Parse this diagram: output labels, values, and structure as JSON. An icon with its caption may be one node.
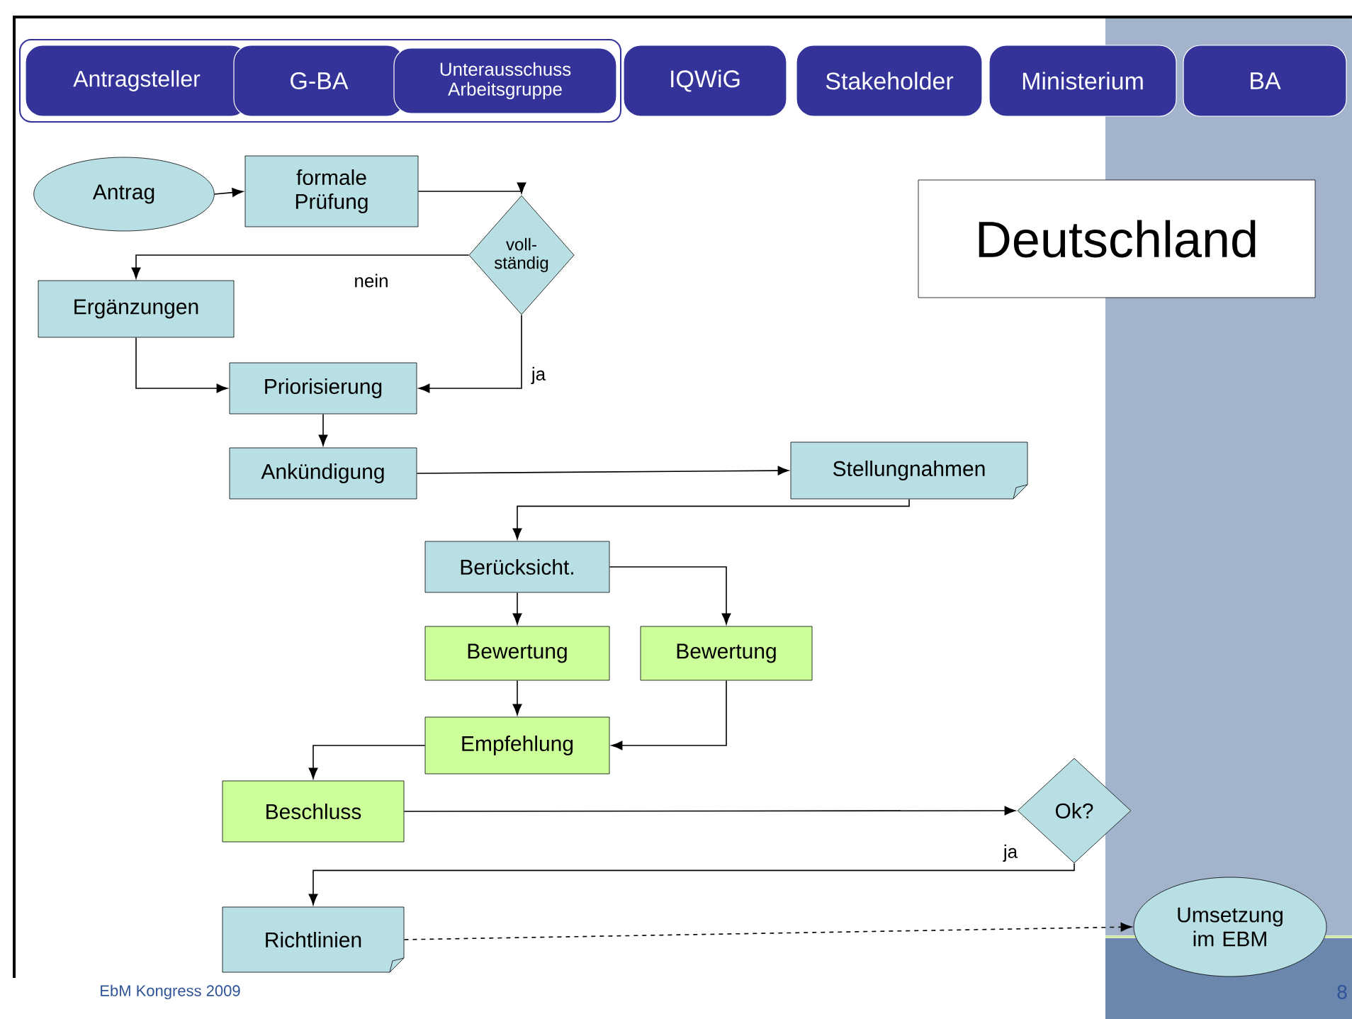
{
  "diagram": {
    "nodes": [
      {
        "text": [],
        "shape": "box"
      },
      {
        "text": [
          "Antragsteller"
        ],
        "in": 0
      },
      {
        "text": [
          "G-BA"
        ],
        "in": 0
      },
      {
        "text": [
          "Unterausschuss Arbeitsgruppe"
        ],
        "in": 0
      },
      {
        "text": [
          "IQWiG"
        ]
      },
      {
        "text": [
          "Stakeholder"
        ]
      },
      {
        "text": [
          "Ministerium"
        ]
      },
      {
        "text": [
          "BA"
        ]
      },
      {
        "text": [
          "Antrag"
        ]
      },
      {
        "text": [
          "formale Prüfung"
        ]
      },
      {
        "text": [
          "voll- ständig"
        ]
      },
      {
        "text": [
          "Ergänzungen"
        ]
      },
      {
        "text": [
          "Priorisierung"
        ]
      },
      {
        "text": [
          "Ankündigung"
        ]
      },
      {
        "text": [
          "Stellungnahmen"
        ]
      },
      {
        "text": [
          "Deutschland"
        ]
      },
      {
        "text": [
          "Berücksicht."
        ]
      },
      {
        "text": [
          "Bewertung"
        ]
      },
      {
        "text": [
          "Bewertung"
        ]
      },
      {
        "text": [
          "Empfehlung"
        ]
      },
      {
        "text": [
          "Beschluss"
        ]
      },
      {
        "text": [
          "Ok?"
        ]
      },
      {
        "text": [
          "Richtlinien"
        ]
      },
      {
        "text": [
          "Umsetzung im EBM"
        ]
      }
    ],
    "edges": [
      {
        "from": 8,
        "to": 9,
        "arrow": "to"
      },
      {
        "from": 9,
        "to": 10,
        "arrow": "to"
      },
      {
        "from": 10,
        "to": 11,
        "arrow": "to",
        "label": "nein"
      },
      {
        "from": 10,
        "to": 12,
        "arrow": "to",
        "label": "ja"
      },
      {
        "from": 11,
        "to": 12,
        "arrow": "to"
      },
      {
        "from": 12,
        "to": 13,
        "arrow": "to"
      },
      {
        "from": 13,
        "to": 14,
        "arrow": "to"
      },
      {
        "from": 14,
        "to": 16,
        "arrow": "to"
      },
      {
        "from": 16,
        "to": 17,
        "arrow": "to"
      },
      {
        "from": 16,
        "to": 18,
        "arrow": "to"
      },
      {
        "from": 17,
        "to": 19,
        "arrow": "to"
      },
      {
        "from": 18,
        "to": 19,
        "arrow": "to"
      },
      {
        "from": 19,
        "to": 20,
        "arrow": "to"
      },
      {
        "from": 20,
        "to": 21,
        "arrow": "to"
      },
      {
        "from": 21,
        "to": 22,
        "arrow": "to",
        "label": "ja"
      },
      {
        "from": 22,
        "to": 23,
        "arrow": "to",
        "style": "dashed"
      }
    ],
    "labels": [
      "EbM Kongress 2009",
      "8"
    ]
  }
}
